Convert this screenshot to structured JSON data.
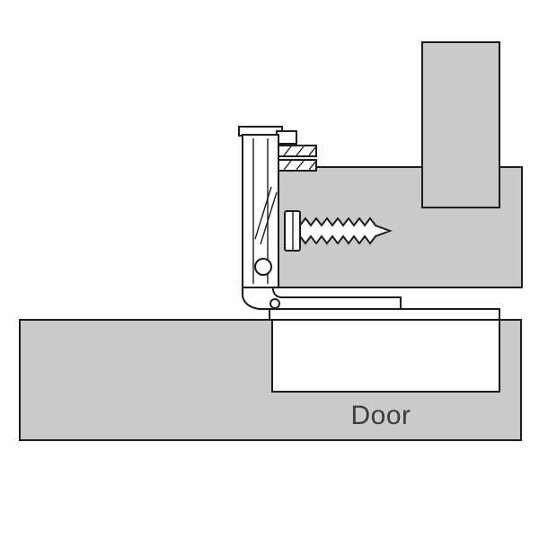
{
  "diagram": {
    "labels": {
      "door": "Door"
    },
    "colors": {
      "panel_fill": "#c9cbc9",
      "hinge_fill": "#ffffff",
      "outline": "#1c1c1c",
      "background": "#ffffff",
      "label_text": "#3c3c3c"
    },
    "parts": [
      {
        "name": "cabinet-vertical-panel"
      },
      {
        "name": "cabinet-horizontal-panel"
      },
      {
        "name": "hinge-mounting-plate"
      },
      {
        "name": "hinge-arm"
      },
      {
        "name": "hinge-flange-plate"
      },
      {
        "name": "hinge-pivot-pin"
      },
      {
        "name": "mounting-screw"
      },
      {
        "name": "door-board"
      },
      {
        "name": "door-hinge-recess"
      }
    ]
  }
}
